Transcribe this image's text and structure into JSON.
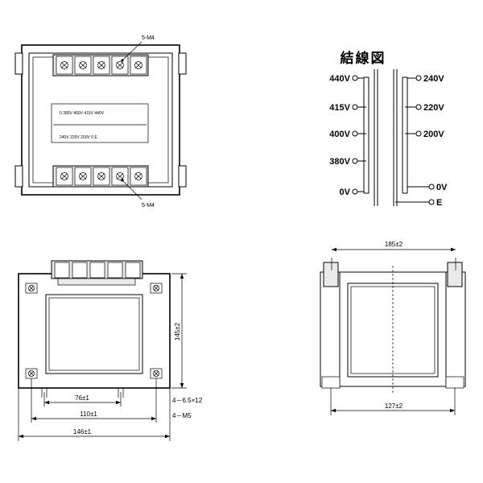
{
  "figure": {
    "title_wiring": "結線図",
    "views": {
      "top_left": "top-view-transformer",
      "top_right": "wiring-diagram",
      "bottom_left": "front-view-transformer",
      "bottom_right": "side-view-transformer"
    }
  },
  "top_view": {
    "callout_top": "5-M4",
    "callout_bottom": "5-M4",
    "nameplate_row1": "0  380V  400V  415V  440V",
    "nameplate_row2": "240V  220V  200V  0  E"
  },
  "wiring": {
    "title": "結線図",
    "left_terminals": [
      "440V",
      "415V",
      "400V",
      "380V",
      "0V"
    ],
    "right_terminals": [
      "240V",
      "220V",
      "200V",
      "0V",
      "E"
    ]
  },
  "front_view": {
    "dim_height": "145±2",
    "dim_76": "76±1",
    "dim_110": "110±1",
    "dim_146": "146±1",
    "note_slot": "4－6.5×12",
    "note_m5": "4－M5"
  },
  "side_view": {
    "dim_width": "185±2",
    "dim_inner": "127±2"
  }
}
